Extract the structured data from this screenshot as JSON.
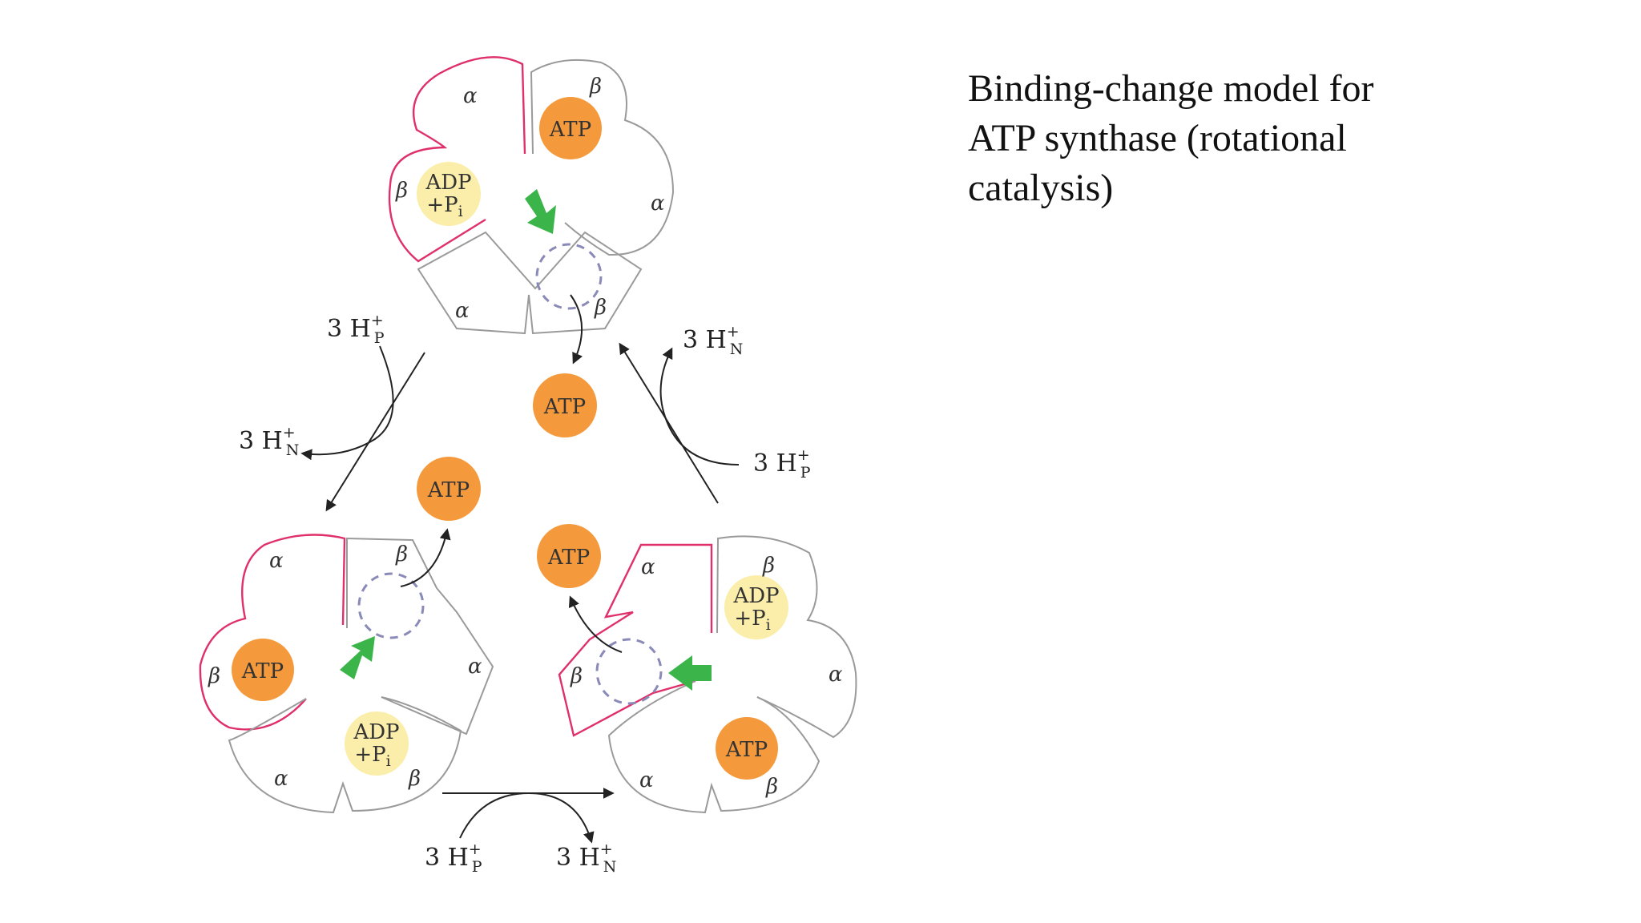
{
  "title": {
    "line1": "Binding-change model for",
    "line2": "ATP synthase (rotational",
    "line3": "catalysis)"
  },
  "labels": {
    "alpha": "α",
    "beta": "β",
    "atp": "ATP",
    "adp": "ADP",
    "pi": "+P",
    "pi_sub": "i",
    "proton_prefix": "3 H",
    "proton_sup": "+",
    "p_side": "P",
    "n_side": "N"
  },
  "colors": {
    "atp_fill": "#f49a3c",
    "adp_fill": "#fbeeaa",
    "empty_site_stroke": "#8a8ab8",
    "active_outline": "#e0306a",
    "outline": "#9a9a9a",
    "rotation_arrow": "#3bb54a"
  }
}
